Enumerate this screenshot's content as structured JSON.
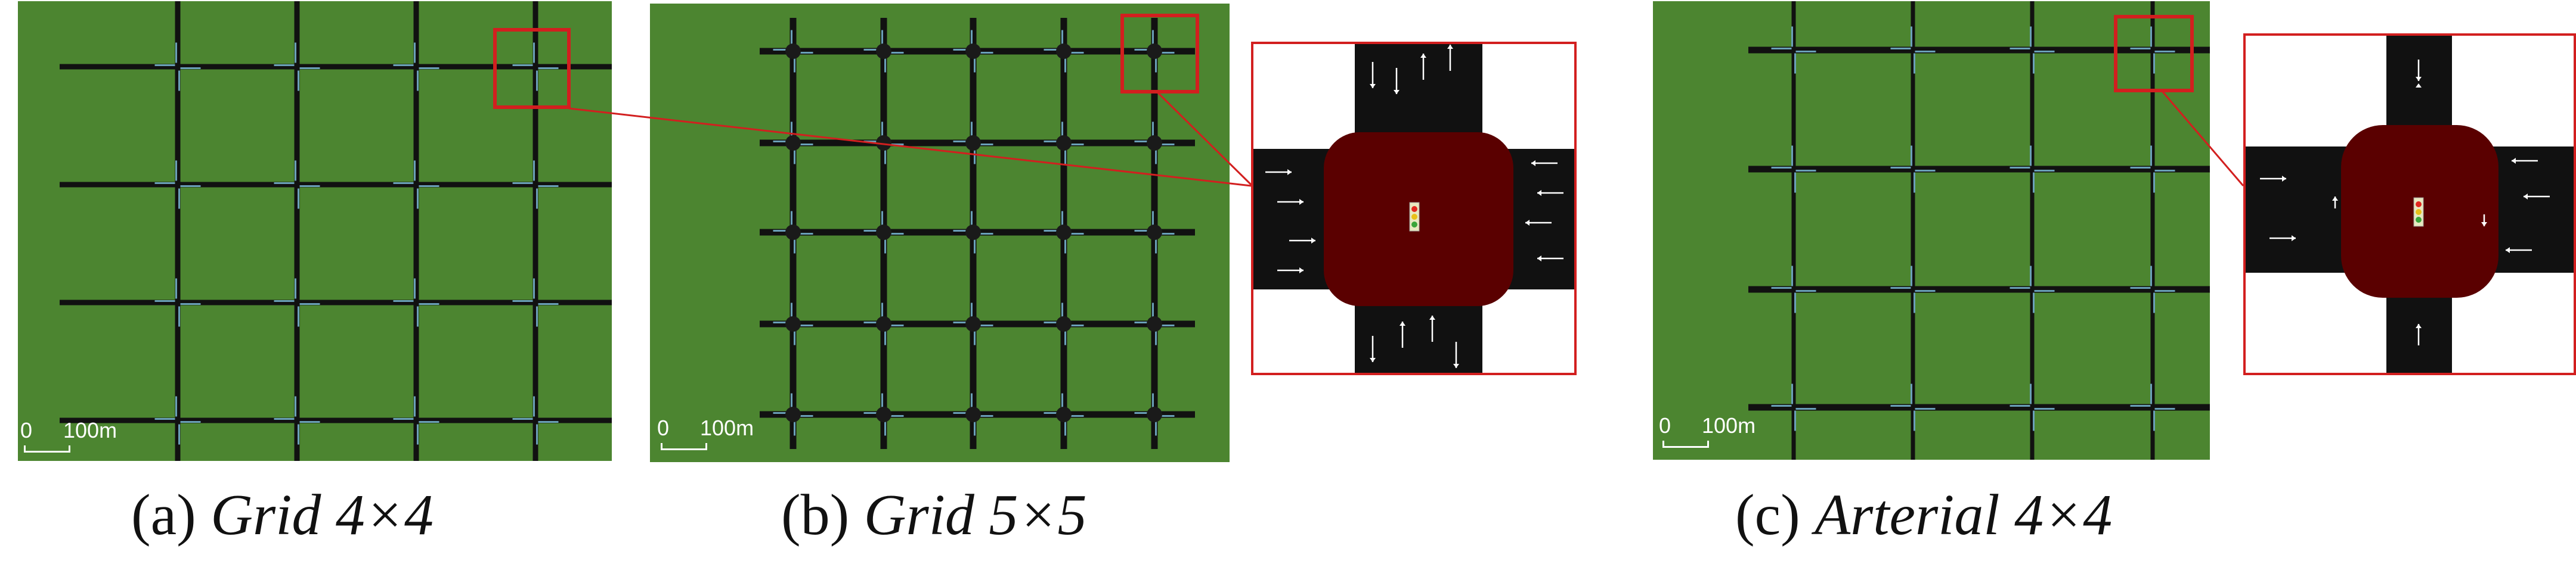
{
  "figure": {
    "panels": [
      {
        "id": "a",
        "label": "(a)",
        "name": "Grid 4×4",
        "rows": 4,
        "cols": 4
      },
      {
        "id": "b",
        "label": "(b)",
        "name": "Grid 5×5",
        "rows": 5,
        "cols": 5
      },
      {
        "id": "c",
        "label": "(c)",
        "name": "Arterial 4×4",
        "rows": 4,
        "cols": 4
      }
    ],
    "scale_bar": {
      "start": "0",
      "end": "100m"
    },
    "colors": {
      "grass": "#4c8530",
      "road": "#111111",
      "lane_edge": "#6aa0b8",
      "highlight": "#d21f1f",
      "junction": "#5a0000",
      "inset_bg": "#ffffff"
    },
    "icons": {
      "traffic_light": "traffic-light-icon",
      "lane_arrows": "lane-arrow-icon"
    }
  }
}
